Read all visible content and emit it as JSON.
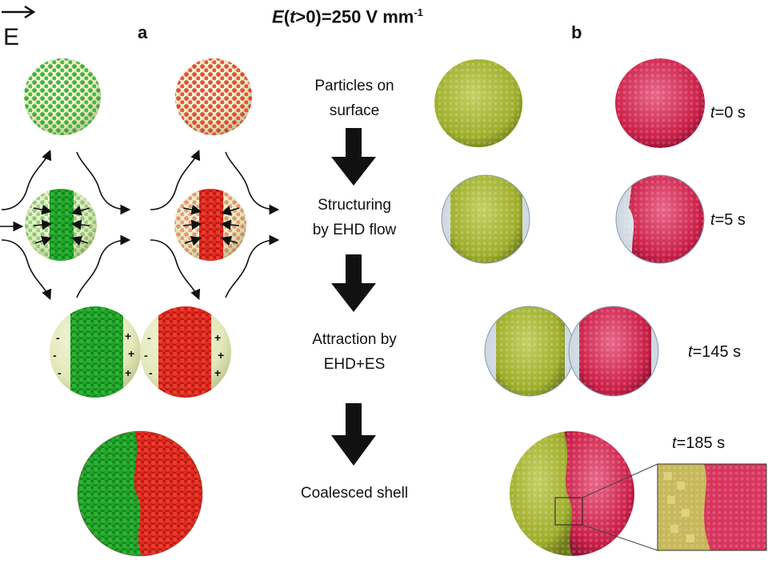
{
  "figure": {
    "field_vector_symbol": "E",
    "field_title": {
      "E": "E",
      "t": "t",
      "rest": ">0)=250 V mm",
      "exponent": "-1"
    },
    "panel_a_letter": "a",
    "panel_b_letter": "b",
    "steps": [
      {
        "label": "Particles on\nsurface",
        "time_sym": "t",
        "time_val": "=0 s"
      },
      {
        "label": "Structuring\nby EHD flow",
        "time_sym": "t",
        "time_val": "=5 s"
      },
      {
        "label": "Attraction by\nEHD+ES",
        "time_sym": "t",
        "time_val": "=145 s"
      },
      {
        "label": "Coalesced shell",
        "time_sym": "t",
        "time_val": "=185 s"
      }
    ],
    "charge_signs": {
      "minus": "-",
      "plus": "+"
    },
    "colors": {
      "green_particles": "#22a12a",
      "red_particles": "#e32b22",
      "droplet": "#e9eec4",
      "micro_green": "#9fae2a",
      "micro_red": "#cc1f48",
      "arrow": "#111111"
    }
  }
}
